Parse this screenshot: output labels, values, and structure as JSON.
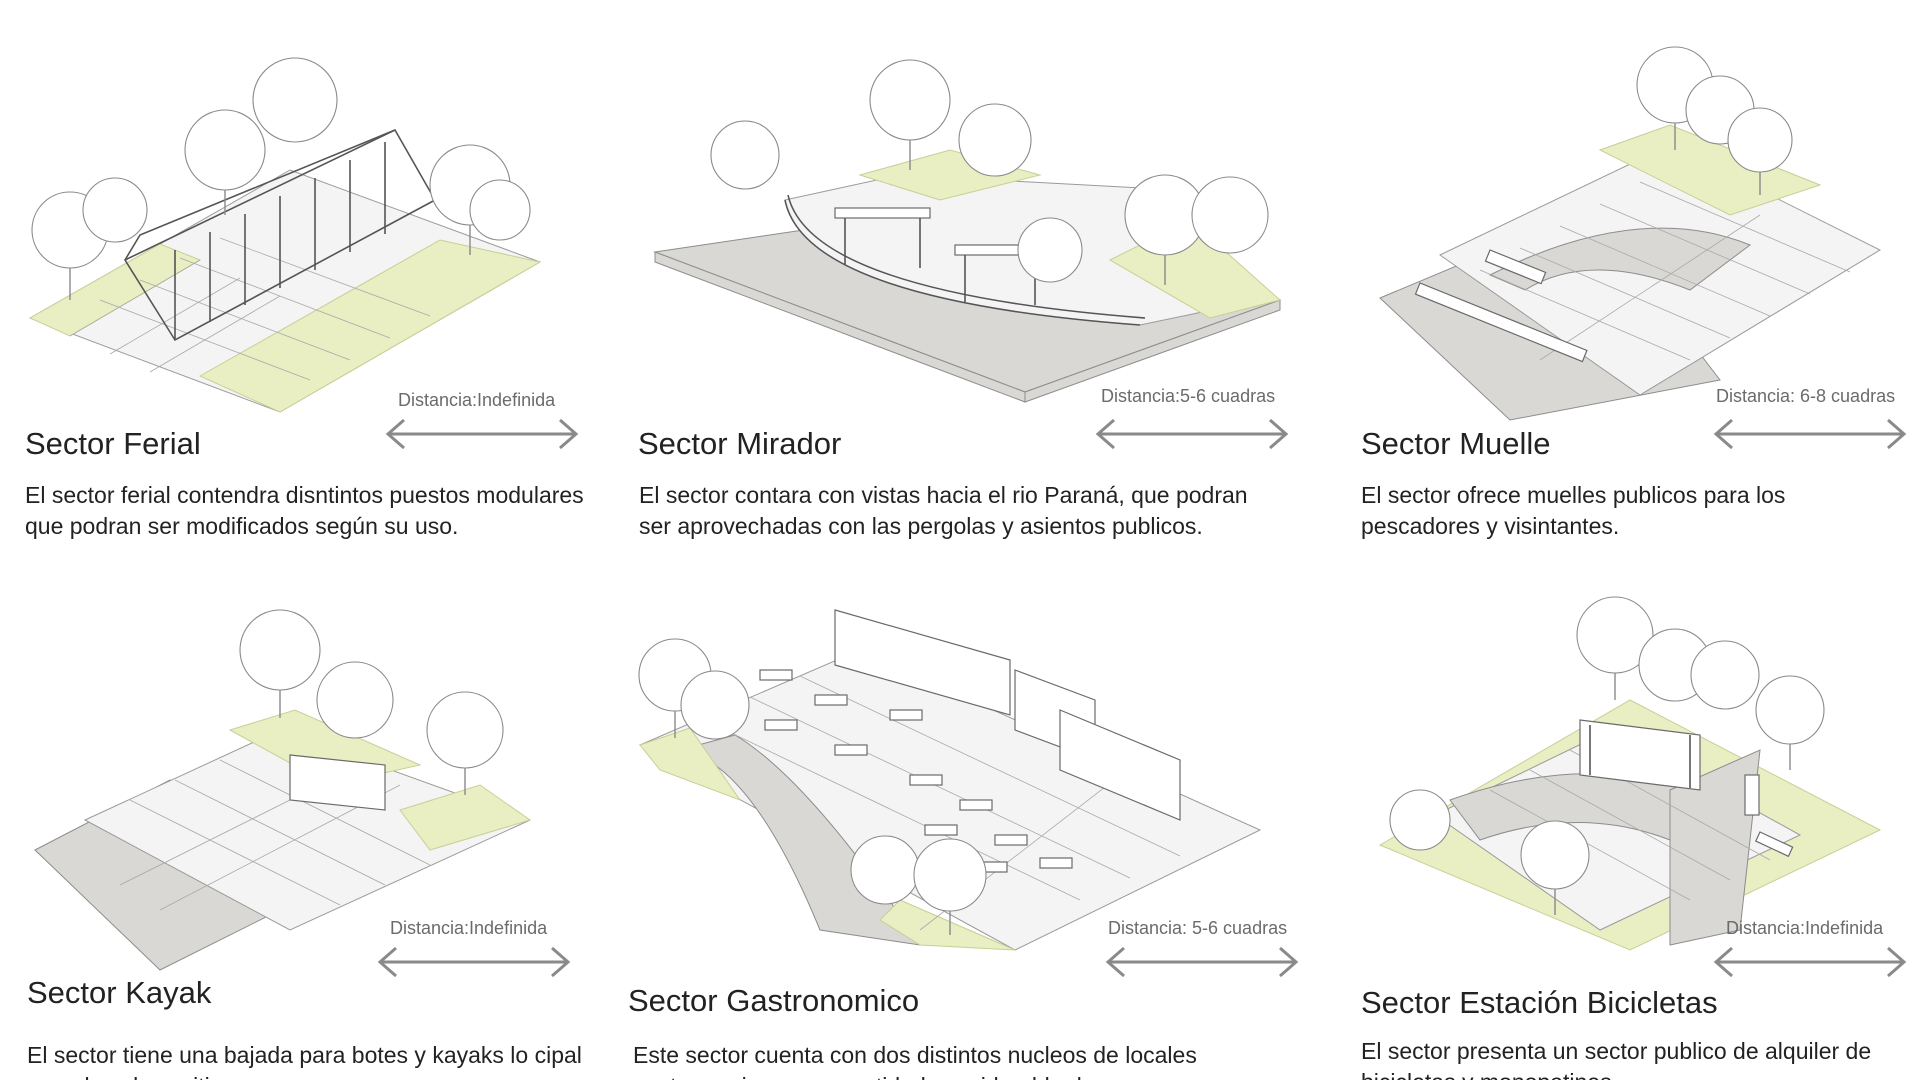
{
  "sectors": [
    {
      "title": "Sector Ferial",
      "distance": "Distancia:Indefinida",
      "description": "El sector ferial contendra disntintos puestos modulares que podran ser modificados según su uso."
    },
    {
      "title": "Sector Mirador",
      "distance": "Distancia:5-6 cuadras",
      "description": "El sector contara con vistas hacia el rio Paraná, que podran ser aprovechadas con las pergolas y asientos publicos."
    },
    {
      "title": "Sector Muelle",
      "distance": "Distancia: 6-8 cuadras",
      "description": "El sector ofrece muelles publicos para los pescadores y visintantes."
    },
    {
      "title": "Sector Kayak",
      "distance": "Distancia:Indefinida",
      "description": "El sector tiene una bajada para botes y kayaks lo cipal ...a ...kayaks ...sitios..."
    },
    {
      "title": "Sector Gastronomico",
      "distance": "Distancia: 5-6 cuadras",
      "description": "Este sector cuenta con dos distintos nucleos de locales gastronomicos y un cantidad considerable de mesas..."
    },
    {
      "title": "Sector Estación Bicicletas",
      "distance": "Distancia:Indefinida",
      "description": "El sector presenta un sector publico de alquiler de bicicletas y monopatines."
    }
  ],
  "colors": {
    "grass": "#e9eec3",
    "paving": "#f4f4f4",
    "water_edge": "#d9d8d4",
    "text": "#222222",
    "distance_text": "#6b6b6b",
    "arrow": "#8a8a8a"
  }
}
